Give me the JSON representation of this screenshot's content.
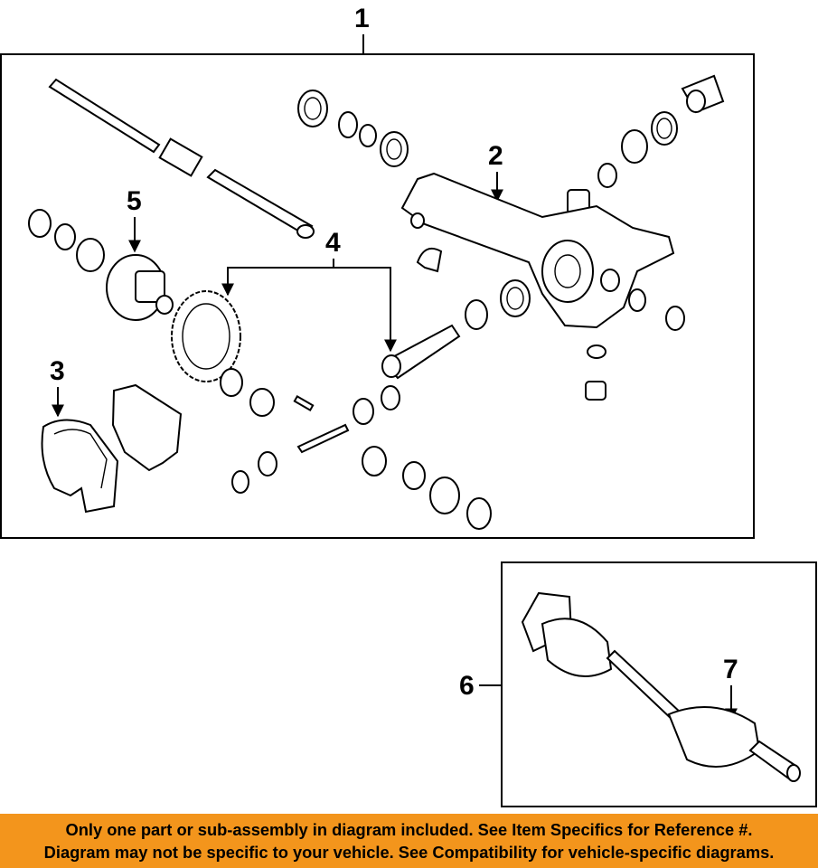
{
  "callouts": {
    "c1": "1",
    "c2": "2",
    "c3": "3",
    "c4": "4",
    "c5": "5",
    "c6": "6",
    "c7": "7"
  },
  "notice": {
    "line1": "Only one part or sub-assembly in diagram included. See Item Specifics for Reference #.",
    "line2": "Diagram may not be specific to your vehicle. See Compatibility for vehicle-specific diagrams."
  },
  "colors": {
    "notice_background": "#f3951c",
    "line": "#000000",
    "background": "#ffffff"
  }
}
